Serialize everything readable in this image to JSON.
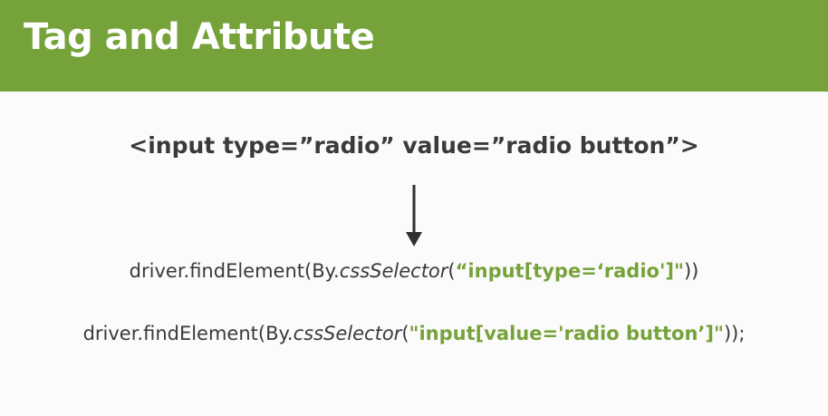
{
  "header": {
    "title": "Tag and Attribute",
    "background_color": "#76a23a"
  },
  "html_example": "<input type=”radio” value=”radio button”>",
  "arrow_icon": "down-arrow-icon",
  "code_lines": [
    {
      "prefix": "driver.findElement(By.",
      "method": "cssSelector",
      "open": "(",
      "argument": "“input[type=‘radio']\"",
      "suffix": "))"
    },
    {
      "prefix": "driver.findElement(By.",
      "method": "cssSelector",
      "open": "(",
      "argument": "\"input[value='radio button’]\"",
      "suffix": "));"
    }
  ],
  "accent_color": "#76a23a",
  "text_color": "#3a3a3a"
}
